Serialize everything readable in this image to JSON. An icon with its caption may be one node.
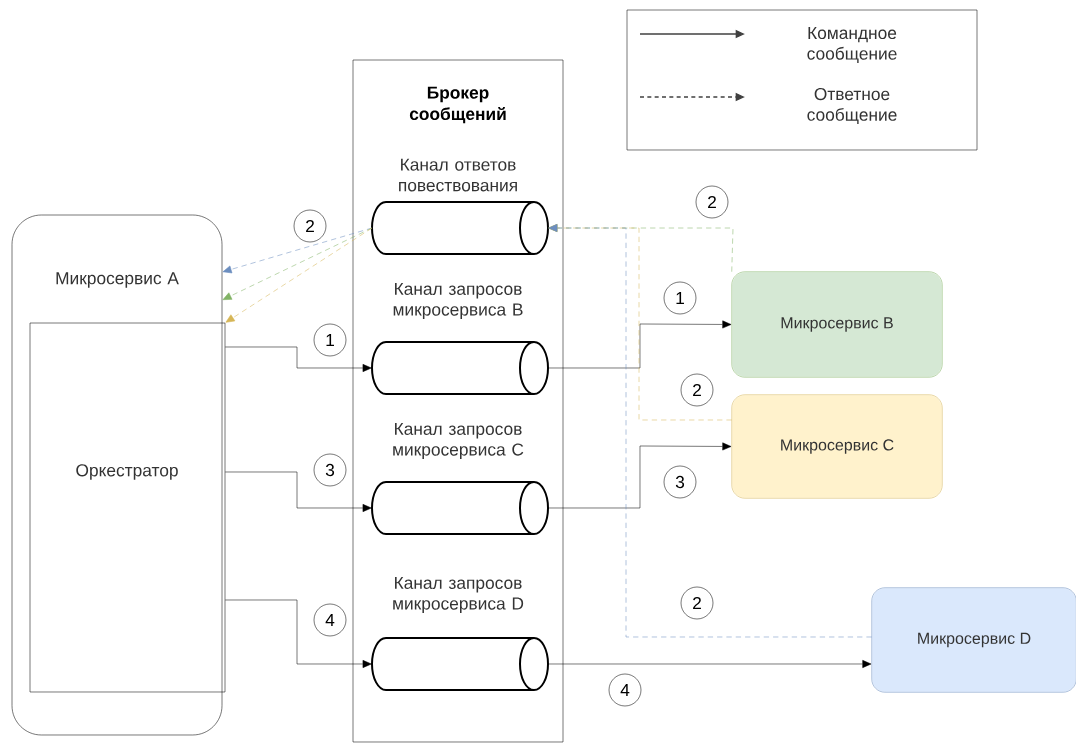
{
  "diagram": {
    "nodes": [
      {
        "text": [
          "Микросервис А"
        ]
      },
      {
        "text": [
          "Оркестратор"
        ],
        "in": 0
      },
      {
        "text": [
          "Брокер сообщений"
        ]
      },
      {
        "text": [
          "Канал ответов повествования"
        ],
        "in": 2
      },
      {
        "text": [
          "Канал запросов микросервиса B"
        ],
        "in": 2
      },
      {
        "text": [
          "Канал запросов микросервиса C"
        ],
        "in": 2
      },
      {
        "text": [
          "Канал запросов микросервиса D"
        ],
        "in": 2
      },
      {
        "text": [
          "Микросервис B"
        ]
      },
      {
        "text": [
          "Микросервис C"
        ]
      },
      {
        "text": [
          "Микросервис D"
        ]
      }
    ],
    "edges": [
      {
        "from": 1,
        "to": 4,
        "arrow": "to",
        "label": "1"
      },
      {
        "from": 4,
        "to": 7,
        "arrow": "to",
        "label": "1"
      },
      {
        "from": 1,
        "to": 5,
        "arrow": "to",
        "label": "3"
      },
      {
        "from": 5,
        "to": 8,
        "arrow": "to",
        "label": "3"
      },
      {
        "from": 1,
        "to": 6,
        "arrow": "to",
        "label": "4"
      },
      {
        "from": 6,
        "to": 9,
        "arrow": "to",
        "label": "4"
      },
      {
        "from": 7,
        "to": 3,
        "arrow": "to",
        "label": "2",
        "style": "dashed",
        "color": "#82b366"
      },
      {
        "from": 8,
        "to": 3,
        "arrow": "to",
        "label": "2",
        "style": "dashed",
        "color": "#d6b656"
      },
      {
        "from": 9,
        "to": 3,
        "arrow": "to",
        "label": "2",
        "style": "dashed",
        "color": "#6c8ebf"
      },
      {
        "from": 3,
        "to": 0,
        "arrow": "to",
        "label": "2",
        "style": "dashed",
        "color": "#6c8ebf"
      },
      {
        "from": 3,
        "to": 0,
        "arrow": "to",
        "style": "dashed",
        "color": "#82b366"
      },
      {
        "from": 3,
        "to": 1,
        "arrow": "to",
        "style": "dashed",
        "color": "#d6b656"
      }
    ],
    "legend": [
      {
        "text": "Командное сообщение"
      },
      {
        "text": "Ответное сообщение"
      }
    ]
  }
}
